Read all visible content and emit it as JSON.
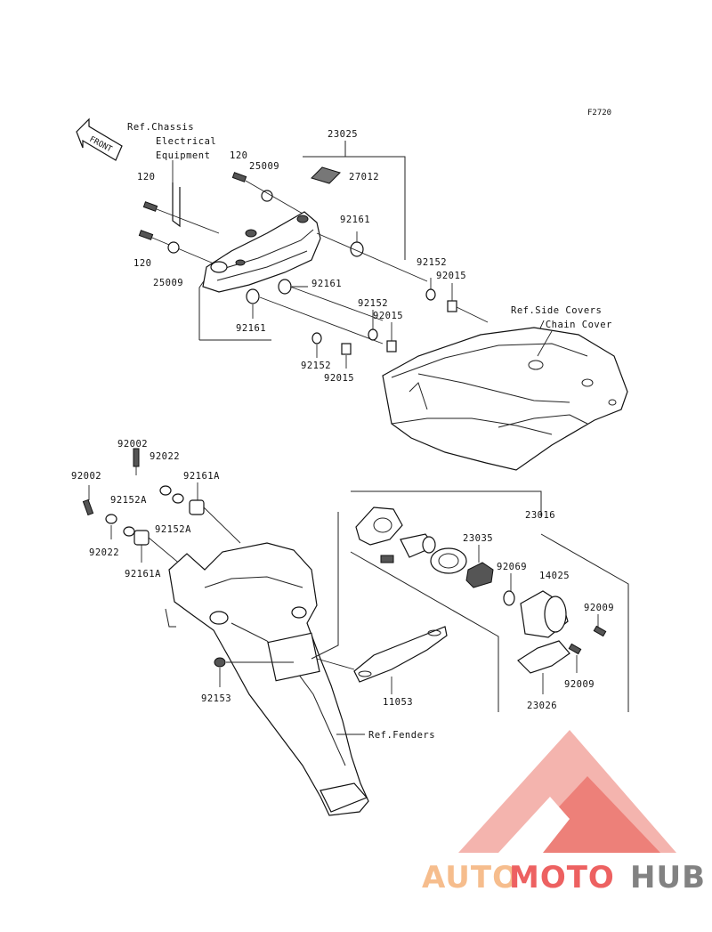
{
  "figure_code": "F2720",
  "front_arrow_text": "FRONT",
  "references": {
    "chassis": [
      "Ref.Chassis",
      "Electrical",
      "Equipment"
    ],
    "side_covers": [
      "Ref.Side Covers",
      "/Chain Cover"
    ],
    "fenders": "Ref.Fenders"
  },
  "parts_upper": {
    "p23025": "23025",
    "p27012": "27012",
    "p120_a": "120",
    "p120_b": "120",
    "p120_c": "120",
    "p25009_a": "25009",
    "p25009_b": "25009",
    "p92161_a": "92161",
    "p92161_b": "92161",
    "p92161_c": "92161",
    "p92152_a": "92152",
    "p92152_b": "92152",
    "p92152_c": "92152",
    "p92015_a": "92015",
    "p92015_b": "92015",
    "p92015_c": "92015"
  },
  "parts_lower": {
    "p92002_a": "92002",
    "p92002_b": "92002",
    "p92022_a": "92022",
    "p92022_b": "92022",
    "p92161A_a": "92161A",
    "p92161A_b": "92161A",
    "p92152A_a": "92152A",
    "p92152A_b": "92152A",
    "p92153": "92153",
    "p11053": "11053",
    "p23016": "23016",
    "p23035": "23035",
    "p92069": "92069",
    "p14025": "14025",
    "p92009_a": "92009",
    "p92009_b": "92009",
    "p23026": "23026"
  },
  "watermark": {
    "part1": "AUTO",
    "part2": "MOTO",
    "part3": "HUB",
    "color_light": "#f5b27a",
    "color_red": "#ea4646",
    "color_gray": "#6d6d6d"
  }
}
